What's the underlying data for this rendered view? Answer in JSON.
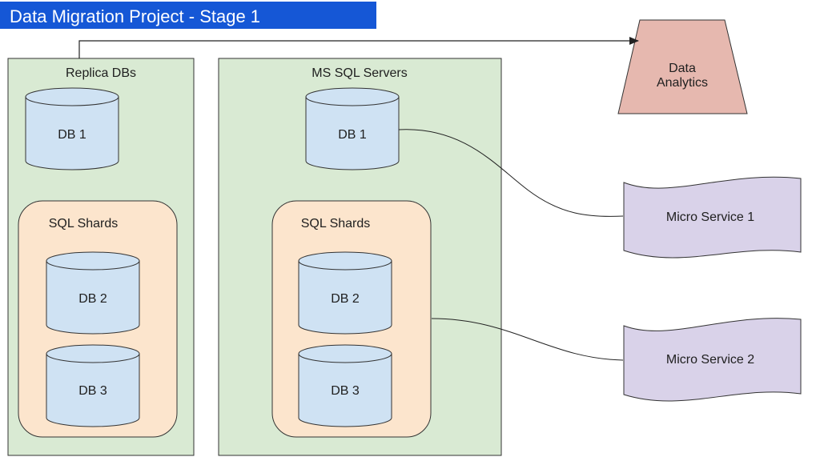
{
  "title": "Data Migration Project - Stage 1",
  "colors": {
    "title_bg": "#1557D6",
    "panel_bg": "#D9EAD3",
    "shard_bg": "#FCE5CD",
    "db_fill": "#CFE2F3",
    "analytics_fill": "#E6B8AF",
    "service_fill": "#D9D2E9"
  },
  "replica_panel": {
    "label": "Replica DBs",
    "db1": "DB 1",
    "shards": {
      "label": "SQL Shards",
      "db2": "DB 2",
      "db3": "DB 3"
    }
  },
  "mssql_panel": {
    "label": "MS SQL Servers",
    "db1": "DB 1",
    "shards": {
      "label": "SQL Shards",
      "db2": "DB 2",
      "db3": "DB 3"
    }
  },
  "analytics": {
    "line1": "Data",
    "line2": "Analytics"
  },
  "services": {
    "service1": "Micro Service 1",
    "service2": "Micro Service 2"
  }
}
